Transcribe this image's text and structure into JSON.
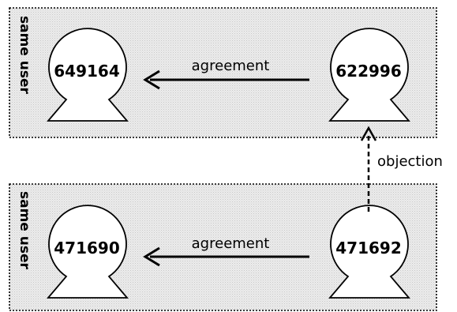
{
  "groups": [
    {
      "label": "same user"
    },
    {
      "label": "same user"
    }
  ],
  "nodes": {
    "n649164": "649164",
    "n622996": "622996",
    "n471690": "471690",
    "n471692": "471692"
  },
  "edges": {
    "agreement_top": "agreement",
    "agreement_bottom": "agreement",
    "objection": "objection"
  },
  "colors": {
    "group_fill": "#e8e8e8",
    "stroke": "#000000"
  }
}
